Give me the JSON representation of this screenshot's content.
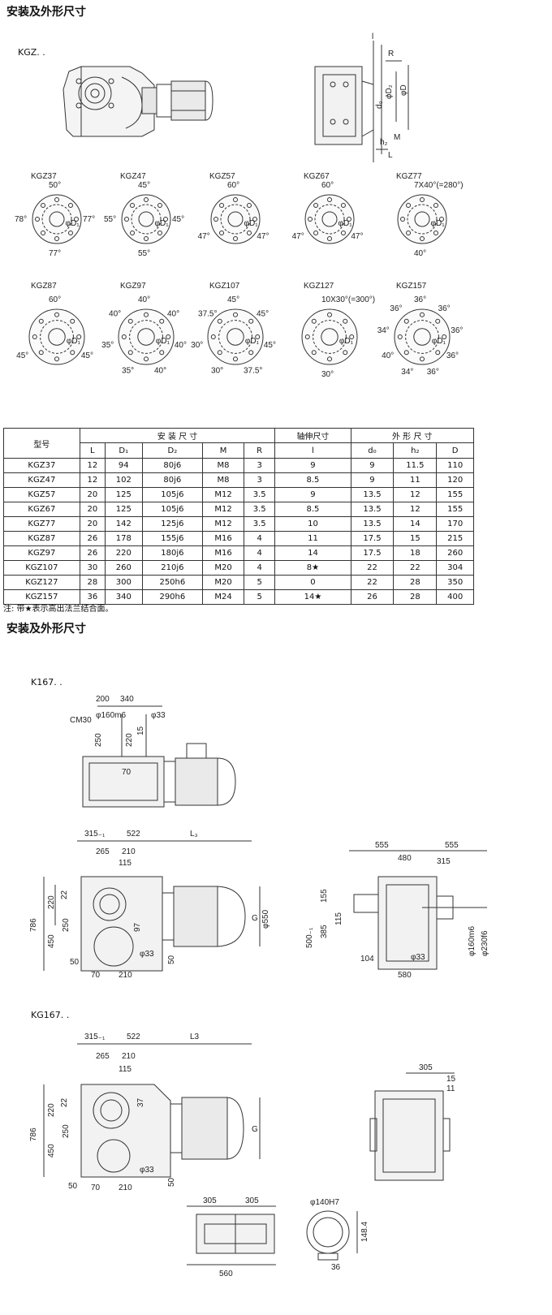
{
  "section1_title": "安装及外形尺寸",
  "kgz_label": "KGZ. .",
  "top_right_labels": {
    "R": "R",
    "D2": "φD₂",
    "D": "φD",
    "d0": "d₀",
    "h2": "h₂",
    "M": "M",
    "L": "L",
    "l": "l"
  },
  "flanges_row1": [
    {
      "name": "KGZ37",
      "angles": [
        "50°",
        "77°",
        "77°",
        "78°"
      ],
      "d1": "φD₁"
    },
    {
      "name": "KGZ47",
      "angles": [
        "45°",
        "45°",
        "55°",
        "55°"
      ],
      "d1": "φD₁"
    },
    {
      "name": "KGZ57",
      "angles": [
        "60°",
        "47°",
        "47°"
      ],
      "d1": "φD₁"
    },
    {
      "name": "KGZ67",
      "angles": [
        "60°",
        "47°",
        "47°"
      ],
      "d1": "φD₁"
    },
    {
      "name": "KGZ77",
      "angles": [
        "7X40°(=280°)",
        "40°"
      ],
      "d1": "φD₁"
    }
  ],
  "flanges_row2": [
    {
      "name": "KGZ87",
      "angles": [
        "60°",
        "45°",
        "45°"
      ],
      "d1": "φD₁"
    },
    {
      "name": "KGZ97",
      "angles": [
        "40°",
        "40°",
        "40°",
        "40°",
        "35°",
        "35°",
        "40°"
      ],
      "d1": "φD₁"
    },
    {
      "name": "KGZ107",
      "angles": [
        "45°",
        "45°",
        "45°",
        "37.5°",
        "30°",
        "30°",
        "37.5°"
      ],
      "d1": "φD₁"
    },
    {
      "name": "KGZ127",
      "angles": [
        "10X30°(=300°)",
        "30°"
      ],
      "d1": "φD₁"
    },
    {
      "name": "KGZ157",
      "angles": [
        "36°",
        "36°",
        "36°",
        "36°",
        "36°",
        "34°",
        "40°",
        "34°",
        "36°"
      ],
      "d1": "φD₁"
    }
  ],
  "table": {
    "col_model": "型号",
    "grp_install": "安 装 尺 寸",
    "grp_shaft": "轴伸尺寸",
    "grp_outline": "外 形 尺 寸",
    "sub_headers": [
      "L",
      "D₁",
      "D₂",
      "M",
      "R",
      "l",
      "d₀",
      "h₂",
      "D"
    ],
    "rows": [
      [
        "KGZ37",
        "12",
        "94",
        "80j6",
        "M8",
        "3",
        "9",
        "9",
        "11.5",
        "110"
      ],
      [
        "KGZ47",
        "12",
        "102",
        "80j6",
        "M8",
        "3",
        "8.5",
        "9",
        "11",
        "120"
      ],
      [
        "KGZ57",
        "20",
        "125",
        "105j6",
        "M12",
        "3.5",
        "9",
        "13.5",
        "12",
        "155"
      ],
      [
        "KGZ67",
        "20",
        "125",
        "105j6",
        "M12",
        "3.5",
        "8.5",
        "13.5",
        "12",
        "155"
      ],
      [
        "KGZ77",
        "20",
        "142",
        "125j6",
        "M12",
        "3.5",
        "10",
        "13.5",
        "14",
        "170"
      ],
      [
        "KGZ87",
        "26",
        "178",
        "155j6",
        "M16",
        "4",
        "11",
        "17.5",
        "15",
        "215"
      ],
      [
        "KGZ97",
        "26",
        "220",
        "180j6",
        "M16",
        "4",
        "14",
        "17.5",
        "18",
        "260"
      ],
      [
        "KGZ107",
        "30",
        "260",
        "210j6",
        "M20",
        "4",
        "8★",
        "22",
        "22",
        "304"
      ],
      [
        "KGZ127",
        "28",
        "300",
        "250h6",
        "M20",
        "5",
        "0",
        "22",
        "28",
        "350"
      ],
      [
        "KGZ157",
        "36",
        "340",
        "290h6",
        "M24",
        "5",
        "14★",
        "26",
        "28",
        "400"
      ]
    ]
  },
  "note": "注: 带★表示高出法兰结合面。",
  "section2_title": "安装及外形尺寸",
  "k167_label": "K167. .",
  "k167_top_dims": [
    "200",
    "340",
    "φ160m6",
    "φ33",
    "CM30",
    "250",
    "220",
    "15",
    "70"
  ],
  "k167_main_dims": [
    "315₋₁",
    "522",
    "L₃",
    "265",
    "210",
    "115",
    "220",
    "22",
    "786",
    "250",
    "450",
    "97",
    "G",
    "φ550",
    "50",
    "70",
    "210",
    "φ33",
    "50"
  ],
  "k167_side_dims": [
    "555",
    "555",
    "480",
    "315",
    "155",
    "115",
    "385",
    "500₋₁",
    "φ160m6",
    "φ230f6",
    "104",
    "φ33",
    "580"
  ],
  "kg167_label": "KG167. .",
  "kg167_main_dims": [
    "315₋₁",
    "522",
    "L3",
    "265",
    "210",
    "115",
    "220",
    "22",
    "37",
    "786",
    "250",
    "450",
    "G",
    "50",
    "50",
    "70",
    "210",
    "φ33"
  ],
  "kg167_side_dims": [
    "305",
    "15",
    "11"
  ],
  "kg167_bottom_dims": [
    "305",
    "305",
    "560",
    "φ140H7",
    "148.4",
    "36"
  ]
}
